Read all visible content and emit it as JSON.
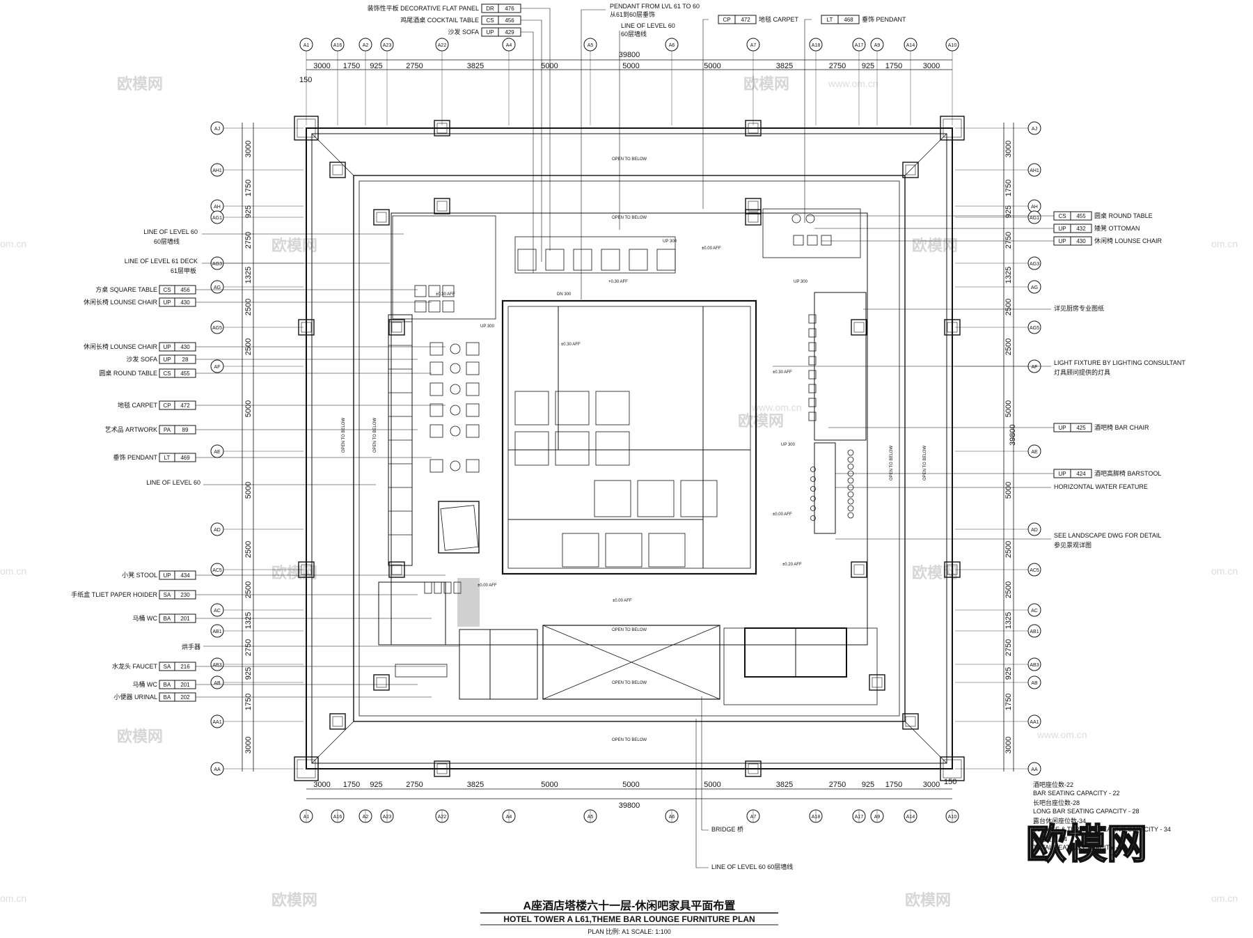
{
  "drawing": {
    "title_cn": "A座酒店塔楼六十一层-休闲吧家具平面布置",
    "title_en": "HOTEL TOWER A L61,THEME BAR LOUNGE FURNITURE PLAN",
    "scale": "PLAN 比例: A1 SCALE: 1:100"
  },
  "watermarks": {
    "brand": "欧模网",
    "site": "www.om.cn",
    "site_short": "om.cn",
    "big": "欧模网"
  },
  "grid": {
    "top_labels": [
      "A1",
      "A16",
      "A2",
      "A23",
      "A22",
      "A4",
      "A5",
      "A6",
      "A7",
      "A18",
      "A17",
      "A9",
      "A14",
      "A10"
    ],
    "side_labels": [
      "AJ",
      "AH1",
      "AH",
      "AG1",
      "AG3",
      "AG",
      "AG5",
      "AF",
      "AE",
      "AD",
      "AC5",
      "AC",
      "AB1",
      "AB3",
      "AB",
      "AA1",
      "AA"
    ],
    "top_dims": [
      "3000",
      "1750",
      "925",
      "2750",
      "3825",
      "5000",
      "5000",
      "5000",
      "3825",
      "2750",
      "925",
      "1750",
      "3000"
    ],
    "side_dims": [
      "3000",
      "1750",
      "925",
      "2750",
      "1325",
      "2500",
      "2500",
      "5000",
      "5000",
      "2500",
      "2500",
      "1325",
      "2750",
      "925",
      "1750",
      "3000"
    ],
    "total": "39800",
    "edge": "150"
  },
  "callouts_top": [
    {
      "text": "装饰性平板 DECORATIVE FLAT PANEL",
      "code": "DR",
      "num": "476"
    },
    {
      "text": "鸡尾酒桌 COCKTAIL TABLE",
      "code": "CS",
      "num": "456"
    },
    {
      "text": "沙发 SOFA",
      "code": "UP",
      "num": "429"
    }
  ],
  "callouts_top_mid": {
    "l1": "PENDANT FROM LVL 61 TO 60",
    "l2": "从61到60层垂饰",
    "l3": "LINE OF LEVEL 60",
    "l4": "60层墙线"
  },
  "callouts_top_right": [
    {
      "code": "CP",
      "num": "472",
      "text": "地毯 CARPET"
    },
    {
      "code": "LT",
      "num": "468",
      "text": "垂饰 PENDANT"
    }
  ],
  "callouts_left": [
    {
      "text": "方桌 SQUARE TABLE",
      "code": "CS",
      "num": "456"
    },
    {
      "text": "休闲长椅 LOUNSE CHAIR",
      "code": "UP",
      "num": "430"
    },
    {
      "text": "休闲长椅 LOUNSE CHAIR",
      "code": "UP",
      "num": "430"
    },
    {
      "text": "沙发 SOFA",
      "code": "UP",
      "num": "28"
    },
    {
      "text": "圆桌 ROUND TABLE",
      "code": "CS",
      "num": "455"
    },
    {
      "text": "地毯 CARPET",
      "code": "CP",
      "num": "472"
    },
    {
      "text": "艺术品 ARTWORK",
      "code": "PA",
      "num": "89"
    },
    {
      "text": "垂饰 PENDANT",
      "code": "LT",
      "num": "469"
    },
    {
      "text": "小凳 STOOL",
      "code": "UP",
      "num": "434"
    },
    {
      "text": "手纸盒 TLIET PAPER HOIDER",
      "code": "SA",
      "num": "230"
    },
    {
      "text": "马桶 WC",
      "code": "BA",
      "num": "201"
    },
    {
      "text": "水龙头 FAUCET",
      "code": "SA",
      "num": "216"
    },
    {
      "text": "马桶 WC",
      "code": "BA",
      "num": "201"
    },
    {
      "text": "小便器 URINAL",
      "code": "BA",
      "num": "202"
    }
  ],
  "notes_left": {
    "lvl60": "LINE OF LEVEL 60",
    "lvl60_cn": "60层墙线",
    "lvl61": "LINE OF LEVEL 61 DECK",
    "lvl61_cn": "61层甲板",
    "lvl60b": "LINE OF LEVEL 60",
    "dryer": "烘手器"
  },
  "callouts_right": [
    {
      "code": "CS",
      "num": "455",
      "text": "圆桌 ROUND TABLE"
    },
    {
      "code": "UP",
      "num": "432",
      "text": "矮凳 OTTOMAN"
    },
    {
      "code": "UP",
      "num": "430",
      "text": "休闲椅 LOUNSE CHAIR"
    },
    {
      "code": "UP",
      "num": "425",
      "text": "酒吧椅 BAR CHAIR"
    },
    {
      "code": "UP",
      "num": "424",
      "text": "酒吧高脚椅 BARSTOOL"
    }
  ],
  "notes_right": {
    "kitchen": "详见厨房专业图纸",
    "light1": "LIGHT FIXTURE BY LIGHTING CONSULTANT",
    "light2": "灯具顾问提供的灯具",
    "water": "HORIZONTAL WATER FEATURE",
    "land1": "SEE LANDSCAPE DWG FOR DETAIL",
    "land2": "参见景观详图"
  },
  "notes_bottom": {
    "bridge": "BRIDGE 桥",
    "lvl60": "LINE OF LEVEL 60 60层墙线"
  },
  "seating": {
    "l1": "酒吧座位数-22",
    "l2": "BAR SEATING CAPACITY - 22",
    "l3": "长吧台座位数-28",
    "l4": "LONG BAR SEATING CAPACITY - 28",
    "l5": "露台休闲座位数-34",
    "l6": "LOUNGE & TERRACE SEATING CAPACITY - 34",
    "l7": "总座位数-84",
    "l8": "TOTAL SEATING CAPACITY - 84"
  },
  "plan_notes": {
    "open": "OPEN TO BELOW",
    "aff1": "±0.30 AFF",
    "aff2": "±0.00 AFF",
    "aff3": "+0.30 AFF",
    "aff4": "±0.20 AFF",
    "up300": "UP 300",
    "dn300": "DN 300"
  }
}
